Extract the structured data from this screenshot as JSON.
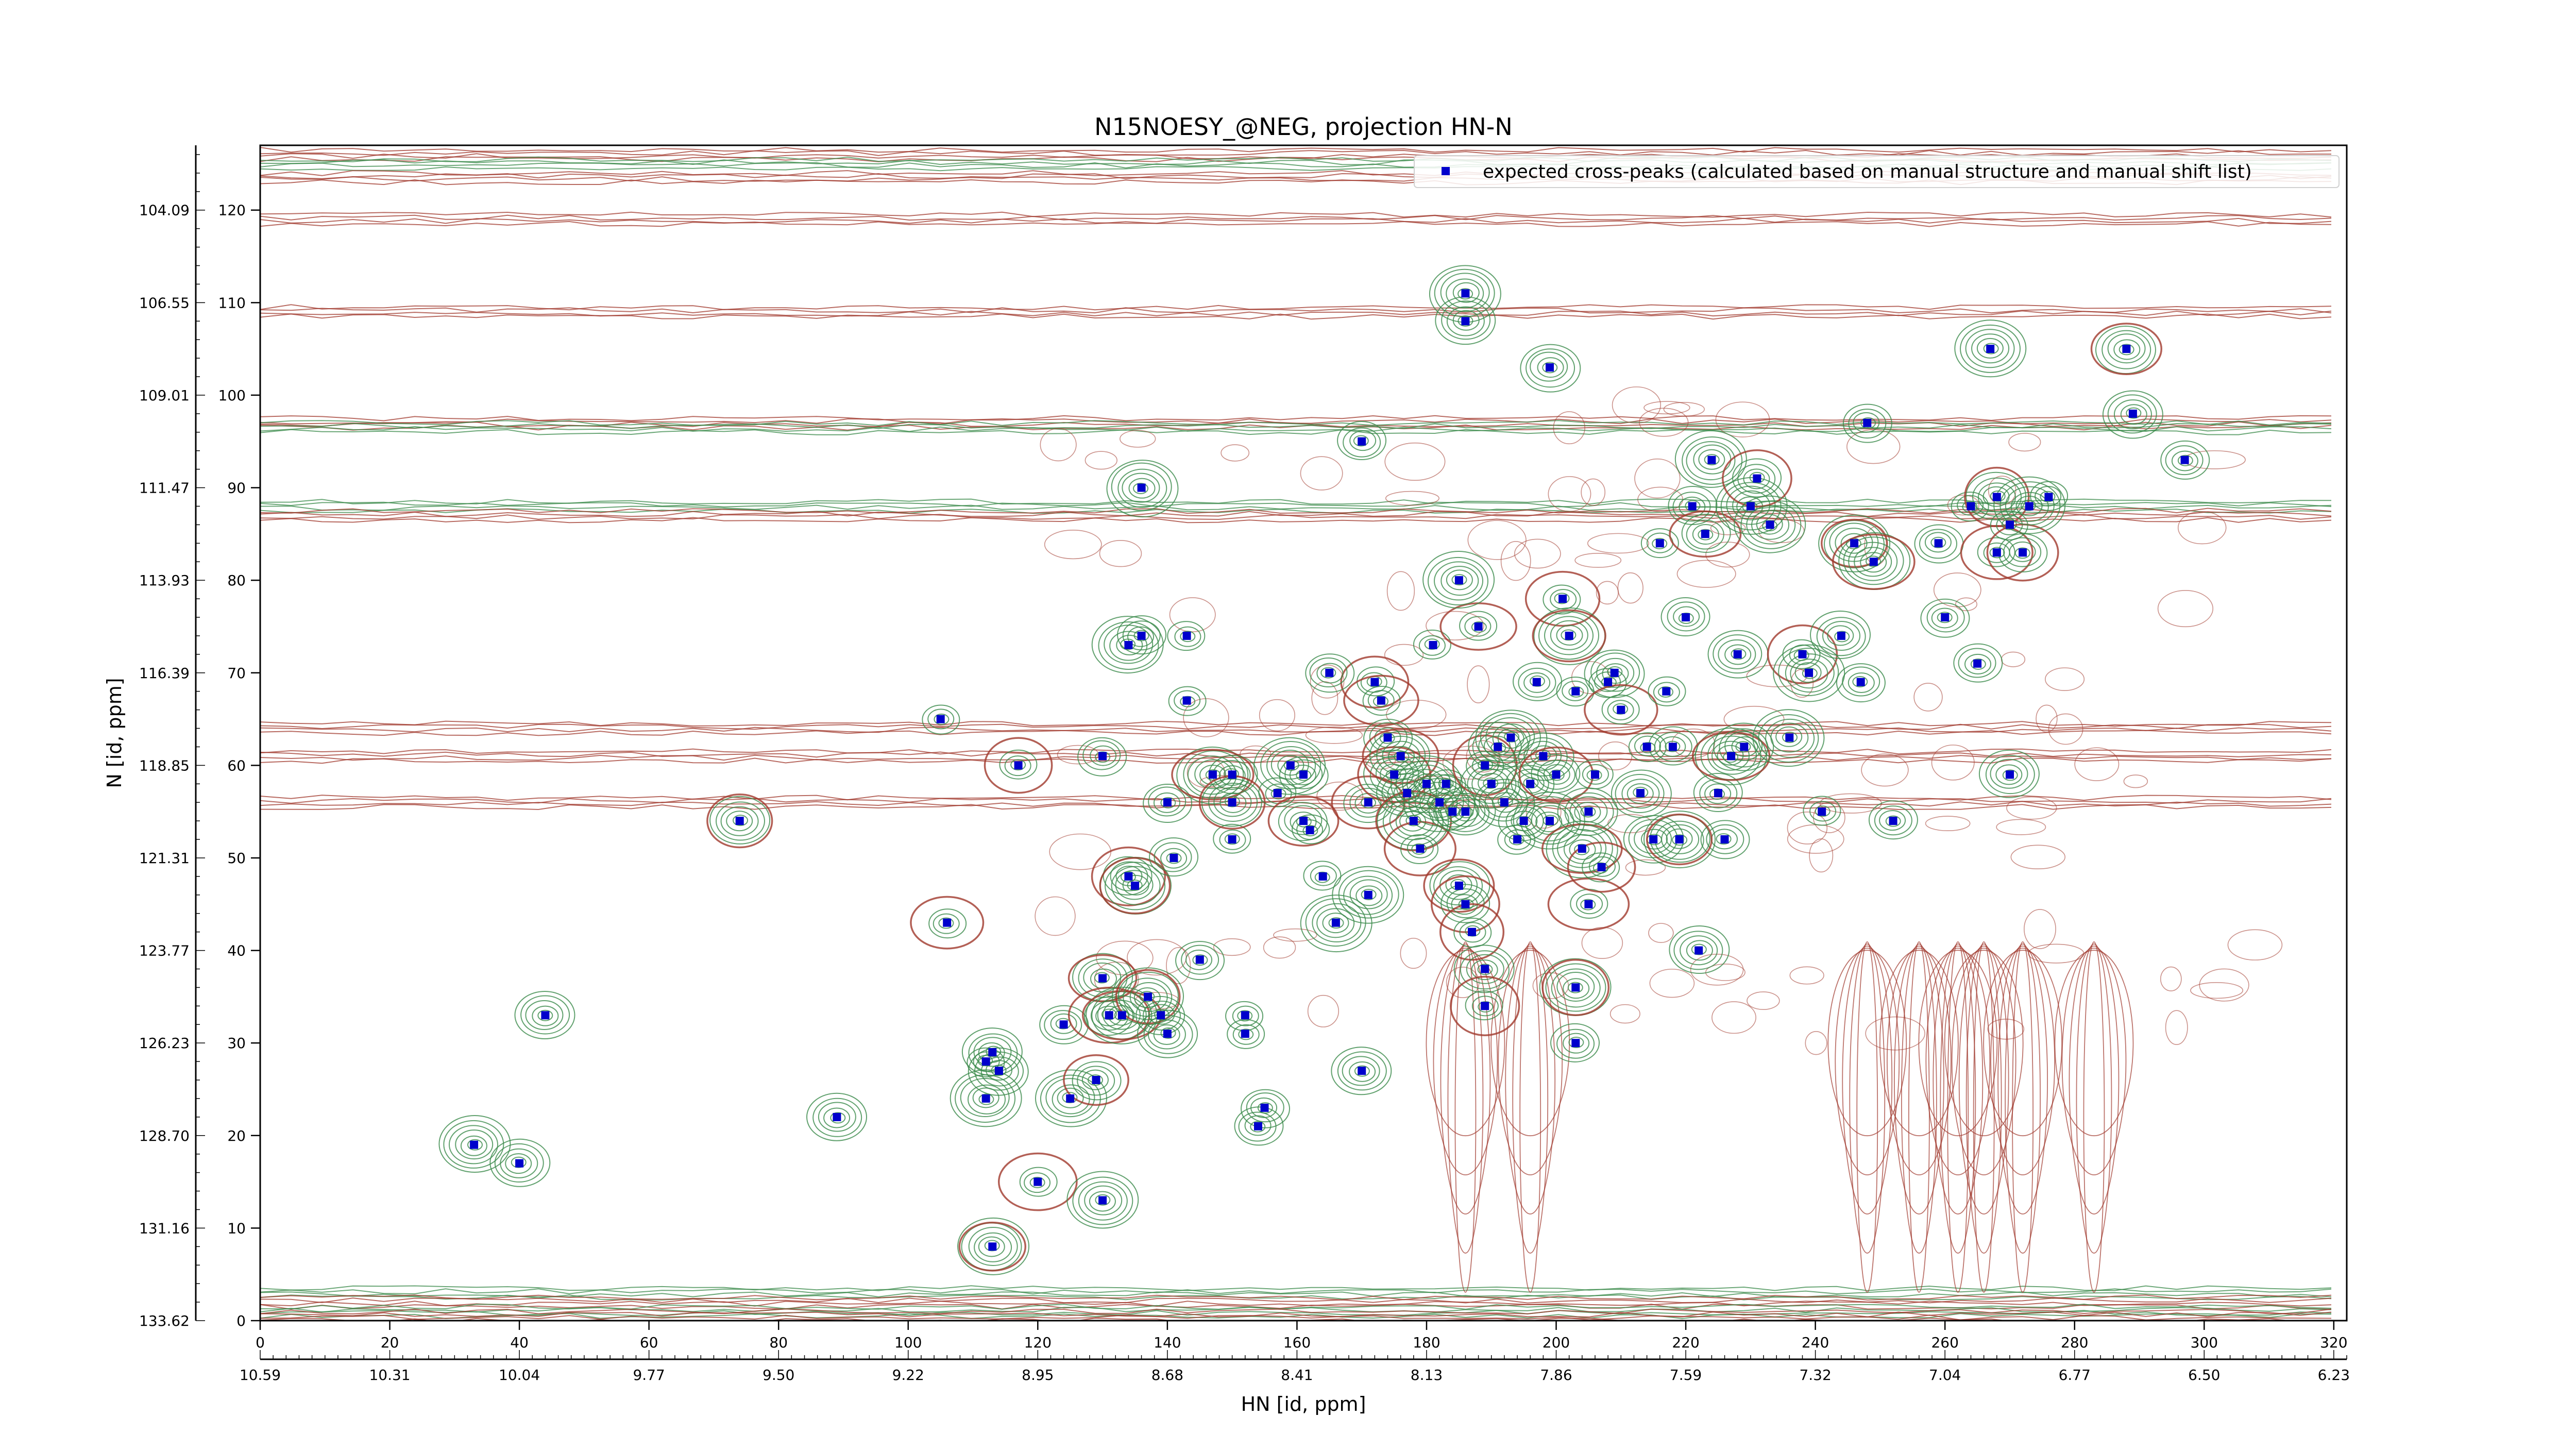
{
  "chart_data": {
    "type": "scatter",
    "title": "N15NOESY_@NEG, projection HN-N",
    "xlabel": "HN [id, ppm]",
    "ylabel": "N [id, ppm]",
    "xlim": [
      0,
      322
    ],
    "ylim": [
      0,
      127
    ],
    "x_ticks": [
      0,
      20,
      40,
      60,
      80,
      100,
      120,
      140,
      160,
      180,
      200,
      220,
      240,
      260,
      280,
      300,
      320
    ],
    "y_ticks": [
      0,
      10,
      20,
      30,
      40,
      50,
      60,
      70,
      80,
      90,
      100,
      110,
      120
    ],
    "x_ppm_ticks": [
      {
        "x": 0,
        "label": "10.59"
      },
      {
        "x": 20,
        "label": "10.31"
      },
      {
        "x": 40,
        "label": "10.04"
      },
      {
        "x": 60,
        "label": "9.77"
      },
      {
        "x": 80,
        "label": "9.50"
      },
      {
        "x": 100,
        "label": "9.22"
      },
      {
        "x": 120,
        "label": "8.95"
      },
      {
        "x": 140,
        "label": "8.68"
      },
      {
        "x": 160,
        "label": "8.41"
      },
      {
        "x": 180,
        "label": "8.13"
      },
      {
        "x": 200,
        "label": "7.86"
      },
      {
        "x": 220,
        "label": "7.59"
      },
      {
        "x": 240,
        "label": "7.32"
      },
      {
        "x": 260,
        "label": "7.04"
      },
      {
        "x": 280,
        "label": "6.77"
      },
      {
        "x": 300,
        "label": "6.50"
      },
      {
        "x": 320,
        "label": "6.23"
      }
    ],
    "y_ppm_ticks": [
      {
        "y": 120,
        "label": "104.09"
      },
      {
        "y": 110,
        "label": "106.55"
      },
      {
        "y": 100,
        "label": "109.01"
      },
      {
        "y": 90,
        "label": "111.47"
      },
      {
        "y": 80,
        "label": "113.93"
      },
      {
        "y": 70,
        "label": "116.39"
      },
      {
        "y": 60,
        "label": "118.85"
      },
      {
        "y": 50,
        "label": "121.31"
      },
      {
        "y": 40,
        "label": "123.77"
      },
      {
        "y": 30,
        "label": "126.23"
      },
      {
        "y": 20,
        "label": "128.70"
      },
      {
        "y": 10,
        "label": "131.16"
      },
      {
        "y": 0,
        "label": "133.62"
      }
    ],
    "legend": {
      "position": "upper-right",
      "entries": [
        "expected cross-peaks (calculated based on manual structure and manual shift list)"
      ]
    },
    "grid": false,
    "colors": {
      "marker": "#0000cc",
      "positive_contour": "#3a8a4a",
      "negative_contour": "#a0382c"
    },
    "series": [
      {
        "name": "expected cross-peaks (calculated based on manual structure and manual shift list)",
        "points": [
          [
            33,
            19
          ],
          [
            40,
            17
          ],
          [
            44,
            33
          ],
          [
            74,
            54
          ],
          [
            89,
            22
          ],
          [
            105,
            65
          ],
          [
            106,
            43
          ],
          [
            112,
            28
          ],
          [
            113,
            29
          ],
          [
            114,
            27
          ],
          [
            112,
            24
          ],
          [
            113,
            8
          ],
          [
            117,
            60
          ],
          [
            120,
            15
          ],
          [
            124,
            32
          ],
          [
            125,
            24
          ],
          [
            129,
            26
          ],
          [
            130,
            13
          ],
          [
            130,
            37
          ],
          [
            130,
            61
          ],
          [
            131,
            33
          ],
          [
            133,
            33
          ],
          [
            134,
            48
          ],
          [
            135,
            47
          ],
          [
            134,
            73
          ],
          [
            136,
            74
          ],
          [
            136,
            90
          ],
          [
            137,
            35
          ],
          [
            139,
            33
          ],
          [
            140,
            31
          ],
          [
            140,
            56
          ],
          [
            141,
            50
          ],
          [
            143,
            67
          ],
          [
            143,
            74
          ],
          [
            145,
            39
          ],
          [
            147,
            59
          ],
          [
            150,
            59
          ],
          [
            150,
            52
          ],
          [
            152,
            31
          ],
          [
            152,
            33
          ],
          [
            150,
            56
          ],
          [
            155,
            23
          ],
          [
            154,
            21
          ],
          [
            157,
            57
          ],
          [
            159,
            60
          ],
          [
            161,
            59
          ],
          [
            161,
            54
          ],
          [
            162,
            53
          ],
          [
            164,
            48
          ],
          [
            166,
            43
          ],
          [
            170,
            95
          ],
          [
            170,
            27
          ],
          [
            171,
            56
          ],
          [
            172,
            69
          ],
          [
            173,
            67
          ],
          [
            174,
            63
          ],
          [
            175,
            59
          ],
          [
            176,
            61
          ],
          [
            177,
            57
          ],
          [
            178,
            54
          ],
          [
            179,
            51
          ],
          [
            180,
            58
          ],
          [
            181,
            73
          ],
          [
            182,
            56
          ],
          [
            183,
            58
          ],
          [
            184,
            55
          ],
          [
            185,
            47
          ],
          [
            186,
            45
          ],
          [
            186,
            55
          ],
          [
            187,
            42
          ],
          [
            189,
            38
          ],
          [
            189,
            34
          ],
          [
            188,
            75
          ],
          [
            189,
            60
          ],
          [
            190,
            58
          ],
          [
            191,
            62
          ],
          [
            192,
            56
          ],
          [
            193,
            63
          ],
          [
            194,
            52
          ],
          [
            195,
            54
          ],
          [
            196,
            58
          ],
          [
            197,
            69
          ],
          [
            198,
            61
          ],
          [
            199,
            54
          ],
          [
            200,
            59
          ],
          [
            201,
            78
          ],
          [
            202,
            74
          ],
          [
            203,
            68
          ],
          [
            204,
            51
          ],
          [
            205,
            55
          ],
          [
            205,
            45
          ],
          [
            206,
            59
          ],
          [
            207,
            49
          ],
          [
            208,
            69
          ],
          [
            209,
            70
          ],
          [
            210,
            66
          ],
          [
            213,
            57
          ],
          [
            214,
            62
          ],
          [
            215,
            52
          ],
          [
            216,
            84
          ],
          [
            217,
            68
          ],
          [
            218,
            62
          ],
          [
            220,
            76
          ],
          [
            221,
            88
          ],
          [
            223,
            85
          ],
          [
            224,
            93
          ],
          [
            225,
            57
          ],
          [
            226,
            52
          ],
          [
            227,
            61
          ],
          [
            228,
            72
          ],
          [
            229,
            62
          ],
          [
            230,
            88
          ],
          [
            231,
            91
          ],
          [
            233,
            86
          ],
          [
            236,
            63
          ],
          [
            238,
            72
          ],
          [
            239,
            70
          ],
          [
            241,
            55
          ],
          [
            244,
            74
          ],
          [
            246,
            84
          ],
          [
            247,
            69
          ],
          [
            248,
            97
          ],
          [
            249,
            82
          ],
          [
            252,
            54
          ],
          [
            259,
            84
          ],
          [
            260,
            76
          ],
          [
            264,
            88
          ],
          [
            265,
            71
          ],
          [
            267,
            105
          ],
          [
            268,
            83
          ],
          [
            268,
            89
          ],
          [
            270,
            86
          ],
          [
            270,
            59
          ],
          [
            272,
            83
          ],
          [
            273,
            88
          ],
          [
            276,
            89
          ],
          [
            288,
            105
          ],
          [
            289,
            98
          ],
          [
            297,
            93
          ],
          [
            186,
            111
          ],
          [
            186,
            108
          ],
          [
            199,
            103
          ],
          [
            219,
            52
          ],
          [
            222,
            40
          ],
          [
            185,
            80
          ],
          [
            203,
            30
          ],
          [
            203,
            36
          ],
          [
            165,
            70
          ],
          [
            171,
            46
          ]
        ]
      }
    ]
  }
}
